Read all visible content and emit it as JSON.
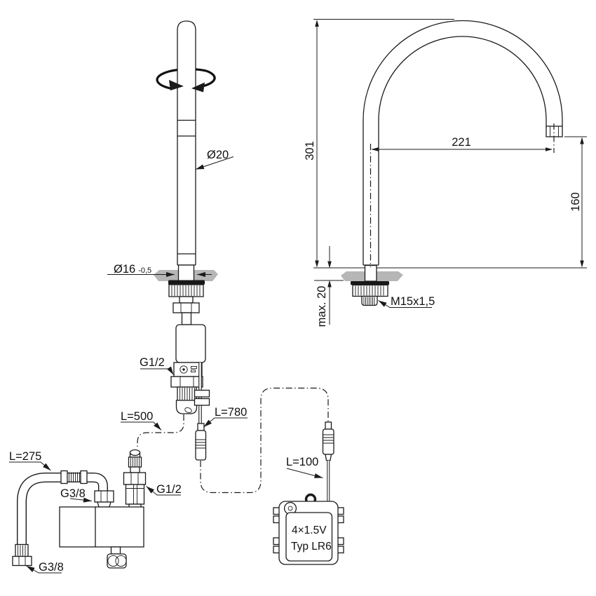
{
  "front_view": {
    "spout_diameter": "Ø20",
    "base_diameter": "Ø16",
    "base_diameter_tolerance": "-0,5",
    "connection_thread": "G1/2",
    "supply_hose_length": "L=500",
    "sensor_cable_length": "L=780"
  },
  "side_view": {
    "total_height": "301",
    "spout_reach": "221",
    "outlet_height": "160",
    "max_deck_thickness": "max. 20",
    "mounting_thread": "M15x1,5"
  },
  "valve_unit": {
    "inlet_hose_length": "L=275",
    "valve_top_thread": "G3/8",
    "hose_end_thread": "G3/8",
    "valve_inlet_thread": "G1/2"
  },
  "battery_box": {
    "cable_length": "L=100",
    "label_line1": "4×1.5V",
    "label_line2": "Typ LR6"
  },
  "colors": {
    "line": "#1b1b1b",
    "counter_gray": "#b6b6b6",
    "washer_dark": "#181818",
    "background": "#ffffff"
  }
}
